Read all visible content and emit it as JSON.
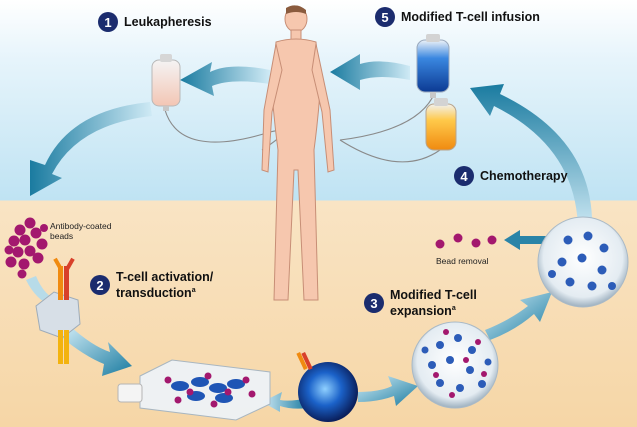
{
  "steps": {
    "leukapheresis": {
      "number": "1",
      "label": "Leukapheresis"
    },
    "activation": {
      "number": "2",
      "label_line1": "T-cell activation/",
      "label_line2": "transduction",
      "footnote": "a"
    },
    "expansion": {
      "number": "3",
      "label_line1": "Modified T-cell",
      "label_line2": "expansion",
      "footnote": "a"
    },
    "chemotherapy": {
      "number": "4",
      "label": "Chemotherapy"
    },
    "infusion": {
      "number": "5",
      "label": "Modified T-cell infusion"
    }
  },
  "labels": {
    "beads_line1": "Antibody-coated",
    "beads_line2": "beads",
    "bead_removal": "Bead removal"
  },
  "colors": {
    "sky": "#bfe3f3",
    "ground": "#f6d6a6",
    "arrow": "#1f7fa3",
    "badge": "#1b2c6e",
    "bead": "#a3186e",
    "infusion_bag": "#1457b8",
    "chemo_bag": "#f39a1c",
    "skin": "#f5c2a8"
  }
}
